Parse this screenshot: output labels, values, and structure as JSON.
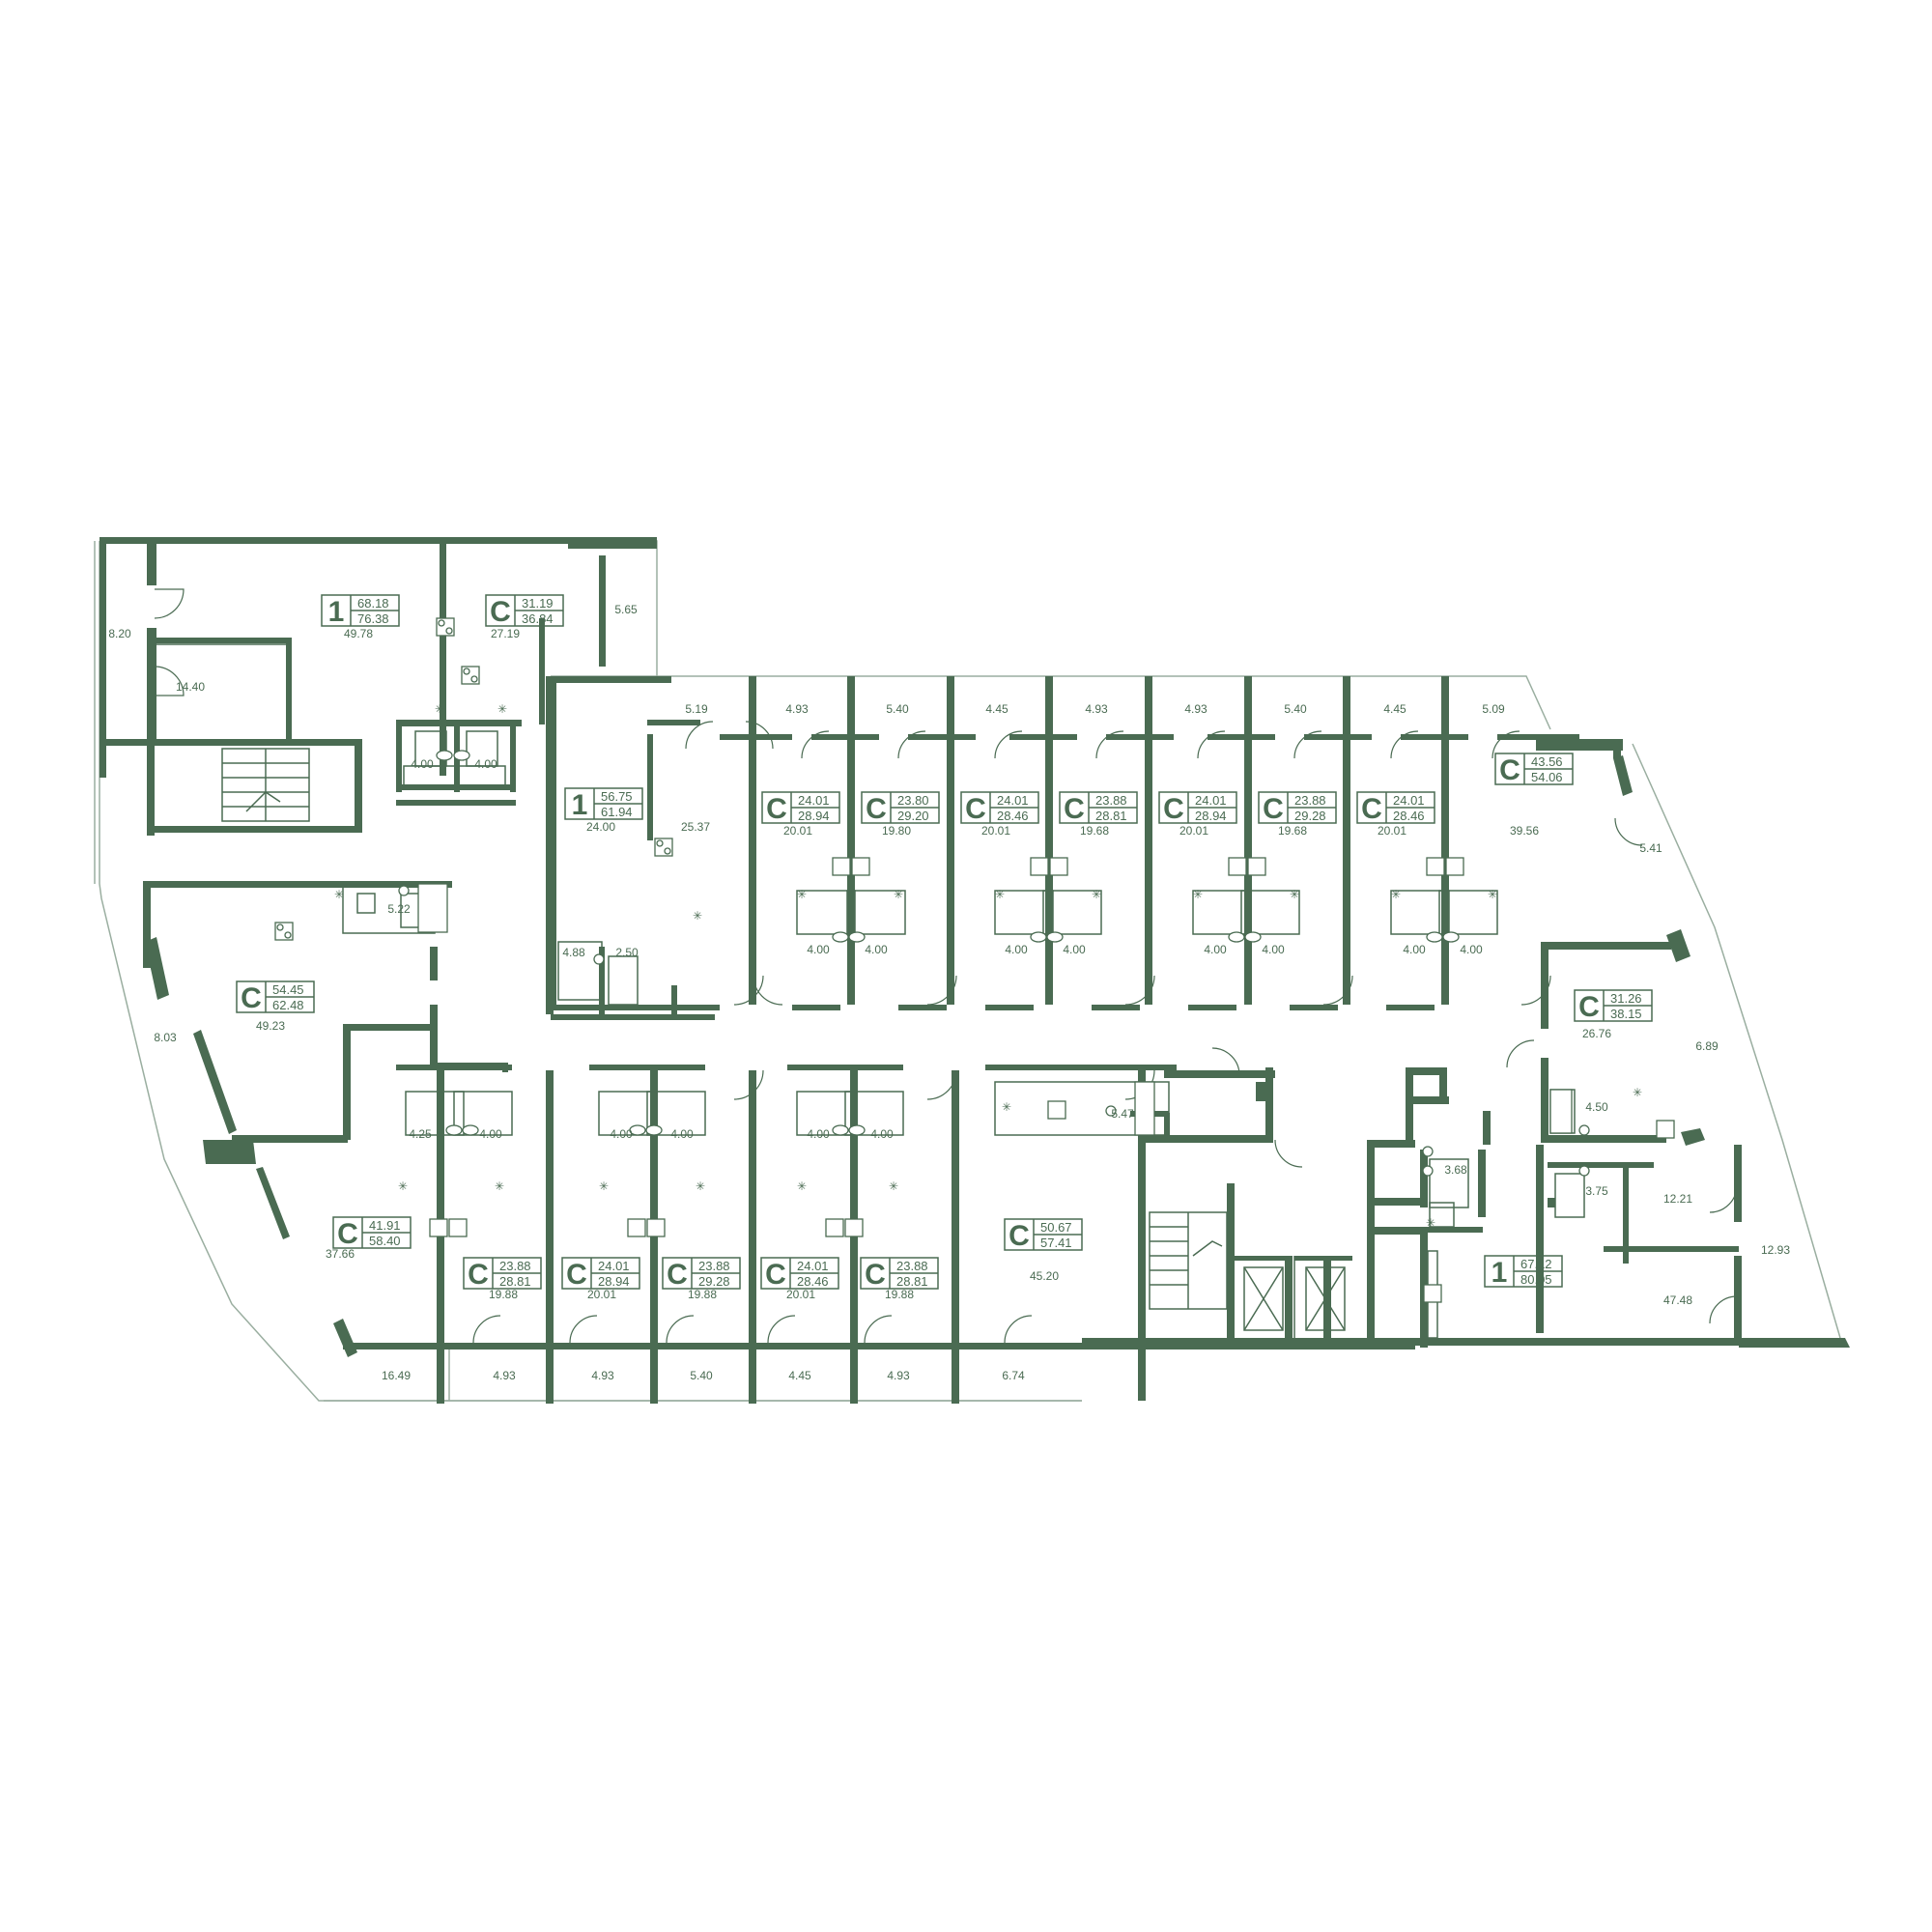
{
  "colors": {
    "wall": "#4a6b52",
    "glass": "#9aaea0",
    "background": "#ffffff"
  },
  "icons": [
    "stove-icon",
    "toilet-icon",
    "sink-icon",
    "bathtub-icon",
    "fan-icon",
    "staircase-icon",
    "elevator-icon"
  ],
  "apartments": [
    {
      "id": "a1",
      "type": "1",
      "living": "68.18",
      "total": "76.38"
    },
    {
      "id": "a2",
      "type": "C",
      "living": "31.19",
      "total": "36.84"
    },
    {
      "id": "a3",
      "type": "1",
      "living": "56.75",
      "total": "61.94"
    },
    {
      "id": "a4",
      "type": "C",
      "living": "24.01",
      "total": "28.94"
    },
    {
      "id": "a5",
      "type": "C",
      "living": "23.80",
      "total": "29.20"
    },
    {
      "id": "a6",
      "type": "C",
      "living": "24.01",
      "total": "28.46"
    },
    {
      "id": "a7",
      "type": "C",
      "living": "23.88",
      "total": "28.81"
    },
    {
      "id": "a8",
      "type": "C",
      "living": "24.01",
      "total": "28.94"
    },
    {
      "id": "a9",
      "type": "C",
      "living": "23.88",
      "total": "29.28"
    },
    {
      "id": "a10",
      "type": "C",
      "living": "24.01",
      "total": "28.46"
    },
    {
      "id": "a11",
      "type": "C",
      "living": "43.56",
      "total": "54.06"
    },
    {
      "id": "a12",
      "type": "C",
      "living": "54.45",
      "total": "62.48"
    },
    {
      "id": "a13",
      "type": "C",
      "living": "31.26",
      "total": "38.15"
    },
    {
      "id": "a14",
      "type": "C",
      "living": "41.91",
      "total": "58.40"
    },
    {
      "id": "a15",
      "type": "C",
      "living": "23.88",
      "total": "28.81"
    },
    {
      "id": "a16",
      "type": "C",
      "living": "24.01",
      "total": "28.94"
    },
    {
      "id": "a17",
      "type": "C",
      "living": "23.88",
      "total": "29.28"
    },
    {
      "id": "a18",
      "type": "C",
      "living": "24.01",
      "total": "28.46"
    },
    {
      "id": "a19",
      "type": "C",
      "living": "23.88",
      "total": "28.81"
    },
    {
      "id": "a20",
      "type": "C",
      "living": "50.67",
      "total": "57.41"
    },
    {
      "id": "a21",
      "type": "1",
      "living": "67.12",
      "total": "80.05"
    }
  ],
  "room_areas": [
    "49.78",
    "27.19",
    "8.20",
    "14.40",
    "5.65",
    "4.00",
    "4.00",
    "5.19",
    "4.93",
    "5.40",
    "4.45",
    "4.93",
    "4.93",
    "5.40",
    "4.45",
    "5.09",
    "24.00",
    "25.37",
    "20.01",
    "19.80",
    "20.01",
    "19.68",
    "20.01",
    "19.68",
    "20.01",
    "39.56",
    "5.41",
    "4.88",
    "2.50",
    "4.00",
    "4.00",
    "4.00",
    "4.00",
    "4.00",
    "4.00",
    "4.00",
    "4.00",
    "5.22",
    "49.23",
    "8.03",
    "26.76",
    "6.89",
    "4.25",
    "4.00",
    "4.00",
    "4.00",
    "4.00",
    "4.00",
    "5.47",
    "3.68",
    "4.50",
    "3.75",
    "12.21",
    "12.93",
    "37.66",
    "19.88",
    "20.01",
    "19.88",
    "20.01",
    "19.88",
    "45.20",
    "47.48",
    "16.49",
    "4.93",
    "4.93",
    "5.40",
    "4.45",
    "4.93",
    "6.74"
  ]
}
